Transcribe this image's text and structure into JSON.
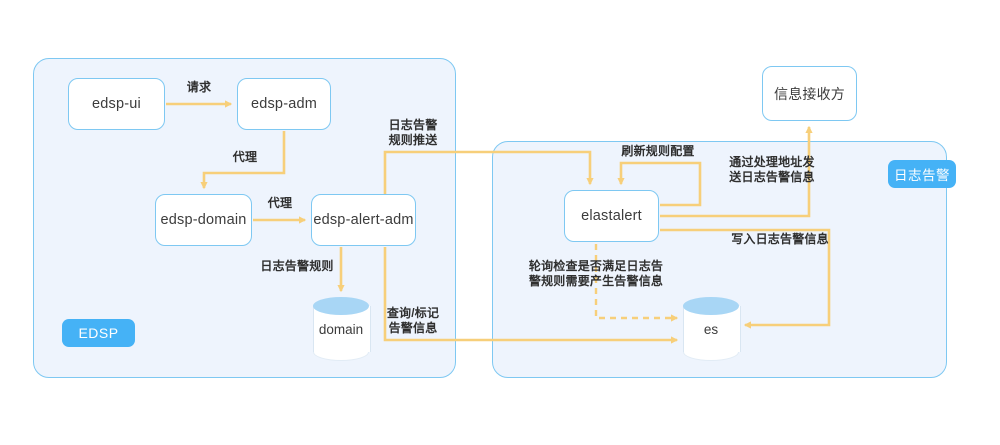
{
  "diagram": {
    "title": "EDSP log alert architecture",
    "colors": {
      "panel_fill": "#eef4fd",
      "panel_border": "#7ec8f2",
      "node_border": "#7ec8f2",
      "node_fill": "#ffffff",
      "arrow": "#f7cf7a",
      "badge": "#45b2f6",
      "cylinder_top": "#a8d6f5",
      "text": "#3c3c3c"
    }
  },
  "panels": [
    {
      "id": "edsp",
      "badge": "EDSP"
    },
    {
      "id": "logalert",
      "badge": "日志告警"
    }
  ],
  "nodes": [
    {
      "id": "edsp-ui",
      "label": "edsp-ui"
    },
    {
      "id": "edsp-adm",
      "label": "edsp-adm"
    },
    {
      "id": "edsp-domain",
      "label": "edsp-domain"
    },
    {
      "id": "edsp-alert-adm",
      "label": "edsp-alert-adm"
    },
    {
      "id": "elastalert",
      "label": "elastalert"
    },
    {
      "id": "receiver",
      "label": "信息接收方"
    }
  ],
  "datastores": [
    {
      "id": "domain",
      "label": "domain"
    },
    {
      "id": "es",
      "label": "es"
    }
  ],
  "edges": [
    {
      "id": "ui-to-adm",
      "from": "edsp-ui",
      "to": "edsp-adm",
      "label": "请求",
      "style": "solid"
    },
    {
      "id": "adm-to-domain",
      "from": "edsp-adm",
      "to": "edsp-domain",
      "label": "代理",
      "style": "solid"
    },
    {
      "id": "domain-to-alertadm",
      "from": "edsp-domain",
      "to": "edsp-alert-adm",
      "label": "代理",
      "style": "solid"
    },
    {
      "id": "alertadm-to-db",
      "from": "edsp-alert-adm",
      "to": "domain",
      "label": "日志告警规则",
      "style": "solid"
    },
    {
      "id": "alertadm-to-elastalert",
      "from": "edsp-alert-adm",
      "to": "elastalert",
      "label": "日志告警\n规则推送",
      "style": "solid"
    },
    {
      "id": "alertadm-to-es",
      "from": "edsp-alert-adm",
      "to": "es",
      "label": "查询/标记\n告警信息",
      "style": "solid"
    },
    {
      "id": "elastalert-refresh",
      "from": "elastalert",
      "to": "elastalert",
      "label": "刷新规则配置",
      "style": "solid"
    },
    {
      "id": "elastalert-to-receiver",
      "from": "elastalert",
      "to": "receiver",
      "label": "通过处理地址发\n送日志告警信息",
      "style": "solid"
    },
    {
      "id": "elastalert-to-es-write",
      "from": "elastalert",
      "to": "es",
      "label": "写入日志告警信息",
      "style": "solid"
    },
    {
      "id": "elastalert-poll-es",
      "from": "elastalert",
      "to": "es",
      "label": "轮询检查是否满足日志告\n警规则需要产生告警信息",
      "style": "dashed"
    }
  ]
}
